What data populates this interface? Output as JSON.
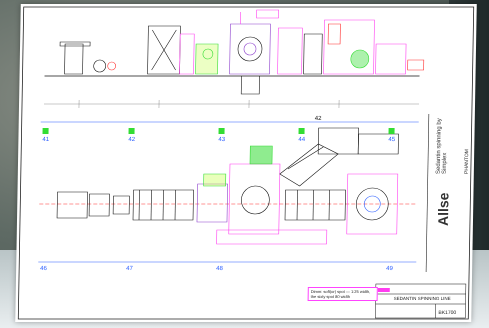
{
  "scene": {
    "background": "photo-of-desk",
    "sheet_color": "#ffffff"
  },
  "colors": {
    "line": "#111111",
    "magenta": "#ff3df0",
    "green": "#33dd33",
    "lime": "#c8ff55",
    "purple": "#8b3dcc",
    "red": "#ff2a2a",
    "blue": "#2a5cff"
  },
  "drawing": {
    "top_dimension": "42",
    "side_brand": "Allse",
    "side_spec": "Sedantin spinning by Simplex",
    "side_small": "PHANTOM",
    "plan_labels": [
      "41",
      "42",
      "43",
      "44",
      "45",
      "46",
      "47",
      "48",
      "49"
    ],
    "note": "Dimm: soft(or) spot — 1:25 width, the sixty spot 80 width",
    "title_block": {
      "title": "SEDANTIN SPINNING LINE",
      "number": "BK1700"
    }
  }
}
